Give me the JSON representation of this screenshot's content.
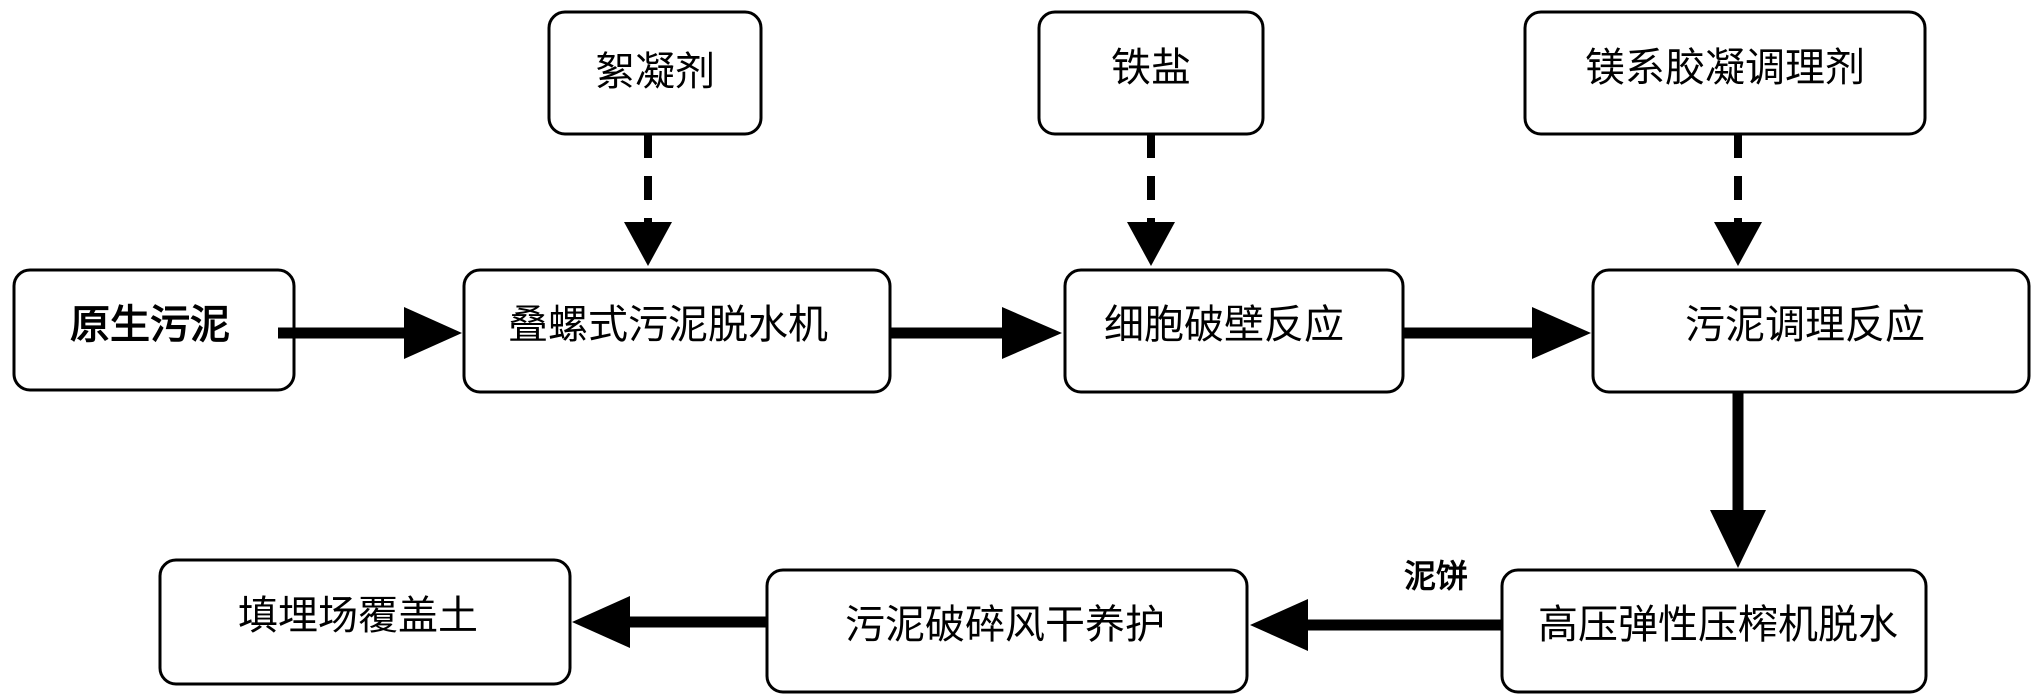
{
  "diagram": {
    "nodes": {
      "raw_sludge": "原生污泥",
      "stacked_screw_dewaterer": "叠螺式污泥脱水机",
      "cell_wall_breaking": "细胞破壁反应",
      "sludge_conditioning": "污泥调理反应",
      "high_pressure_press": "高压弹性压榨机脱水",
      "crushing_air_drying": "污泥破碎风干养护",
      "landfill_cover": "填埋场覆盖土",
      "flocculant": "絮凝剂",
      "iron_salt": "铁盐",
      "mg_conditioner": "镁系胶凝调理剂"
    },
    "edge_labels": {
      "sludge_cake": "泥饼"
    }
  }
}
